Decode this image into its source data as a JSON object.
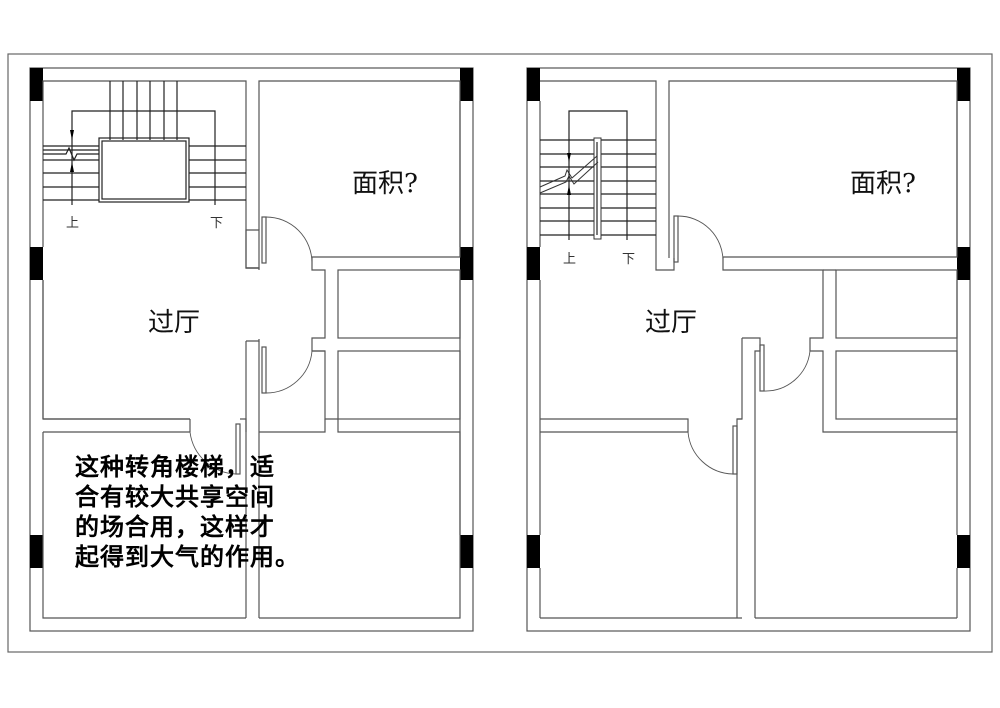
{
  "left_plan": {
    "room_area_label": "面积?",
    "hall_label": "过厅",
    "stair_up_label": "上",
    "stair_down_label": "下",
    "note_lines": [
      "这种转角楼梯，适",
      "合有较大共享空间",
      "的场合用，这样才",
      "起得到大气的作用。"
    ]
  },
  "right_plan": {
    "room_area_label": "面积?",
    "hall_label": "过厅",
    "stair_up_label": "上",
    "stair_down_label": "下"
  },
  "colors": {
    "wall": "#555555",
    "column": "#000000",
    "background": "#ffffff"
  }
}
